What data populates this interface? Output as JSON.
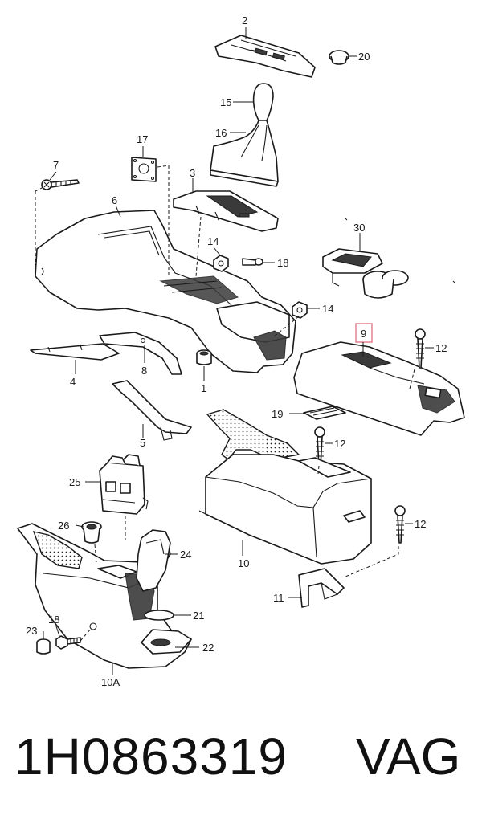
{
  "diagram": {
    "callouts": [
      {
        "id": "c2",
        "text": "2"
      },
      {
        "id": "c20",
        "text": "20"
      },
      {
        "id": "c15",
        "text": "15"
      },
      {
        "id": "c16",
        "text": "16"
      },
      {
        "id": "c17",
        "text": "17"
      },
      {
        "id": "c7",
        "text": "7"
      },
      {
        "id": "c3",
        "text": "3"
      },
      {
        "id": "c6",
        "text": "6"
      },
      {
        "id": "c30",
        "text": "30"
      },
      {
        "id": "c14a",
        "text": "14"
      },
      {
        "id": "c18a",
        "text": "18"
      },
      {
        "id": "c14b",
        "text": "14"
      },
      {
        "id": "c9",
        "text": "9"
      },
      {
        "id": "c12a",
        "text": "12"
      },
      {
        "id": "c4",
        "text": "4"
      },
      {
        "id": "c8",
        "text": "8"
      },
      {
        "id": "c1",
        "text": "1"
      },
      {
        "id": "c19",
        "text": "19"
      },
      {
        "id": "c12b",
        "text": "12"
      },
      {
        "id": "c5",
        "text": "5"
      },
      {
        "id": "c25",
        "text": "25"
      },
      {
        "id": "c26",
        "text": "26"
      },
      {
        "id": "c24",
        "text": "24"
      },
      {
        "id": "c12c",
        "text": "12"
      },
      {
        "id": "c10",
        "text": "10"
      },
      {
        "id": "c11",
        "text": "11"
      },
      {
        "id": "c21",
        "text": "21"
      },
      {
        "id": "c23",
        "text": "23"
      },
      {
        "id": "c18b",
        "text": "18"
      },
      {
        "id": "c22",
        "text": "22"
      },
      {
        "id": "c10a",
        "text": "10A"
      }
    ],
    "highlight_color": "#e07a8a"
  },
  "footer": {
    "part_number": "1H0863319",
    "brand": "VAG"
  }
}
